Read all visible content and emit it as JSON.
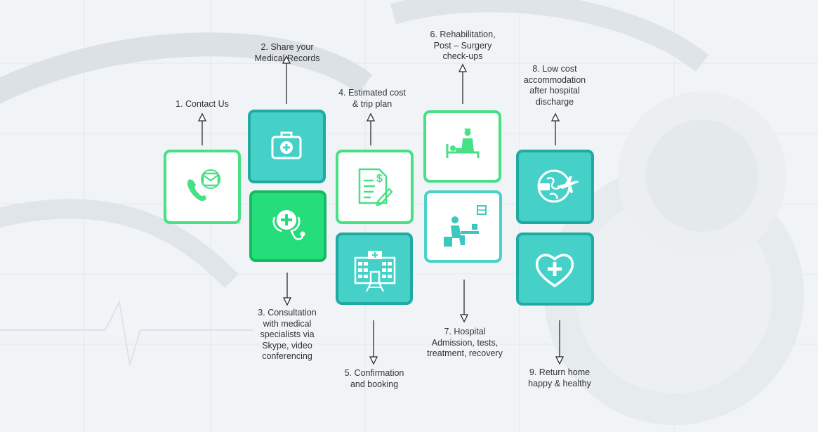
{
  "colors": {
    "green": "#46e085",
    "teal": "#46d1c8",
    "dark_green": "#25de7b",
    "icon_teal": "#3cc8bf"
  },
  "steps": [
    {
      "label": "1. Contact Us",
      "icon": "phone-message-icon"
    },
    {
      "label": "2. Share your\nMedical Records",
      "icon": "medical-kit-icon"
    },
    {
      "label": "3. Consultation\nwith medical\nspecialists via\nSkype, video\nconferencing",
      "icon": "stethoscope-cross-icon"
    },
    {
      "label": "4. Estimated cost\n& trip plan",
      "icon": "cost-document-icon"
    },
    {
      "label": "5. Confirmation\nand booking",
      "icon": "hospital-building-icon"
    },
    {
      "label": "6. Rehabilitation,\nPost – Surgery\ncheck-ups",
      "icon": "patient-bed-icon"
    },
    {
      "label": "7. Hospital\nAdmission, tests,\ntreatment, recovery",
      "icon": "hospital-admission-icon"
    },
    {
      "label": "8. Low cost\naccommodation\nafter hospital\ndischarge",
      "icon": "travel-globe-icon"
    },
    {
      "label": "9. Return home\nhappy & healthy",
      "icon": "heart-cross-icon"
    }
  ]
}
